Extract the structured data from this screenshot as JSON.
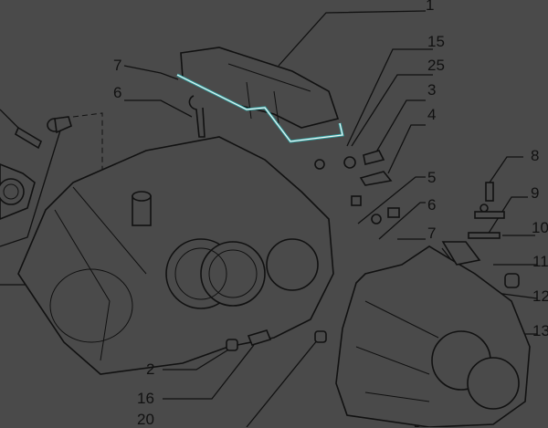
{
  "diagram": {
    "highlight_color": "#2fa8a8",
    "callouts": [
      {
        "id": "c1",
        "label": "1"
      },
      {
        "id": "c15",
        "label": "15"
      },
      {
        "id": "c25",
        "label": "25"
      },
      {
        "id": "c3",
        "label": "3"
      },
      {
        "id": "c4",
        "label": "4"
      },
      {
        "id": "c5",
        "label": "5"
      },
      {
        "id": "c6r",
        "label": "6"
      },
      {
        "id": "c7r",
        "label": "7"
      },
      {
        "id": "c8",
        "label": "8"
      },
      {
        "id": "c9",
        "label": "9"
      },
      {
        "id": "c10",
        "label": "10"
      },
      {
        "id": "c11",
        "label": "11"
      },
      {
        "id": "c12",
        "label": "12"
      },
      {
        "id": "c13",
        "label": "13"
      },
      {
        "id": "c7l",
        "label": "7"
      },
      {
        "id": "c6l",
        "label": "6"
      },
      {
        "id": "c2",
        "label": "2"
      },
      {
        "id": "c16",
        "label": "16"
      },
      {
        "id": "c20",
        "label": "20"
      }
    ]
  }
}
